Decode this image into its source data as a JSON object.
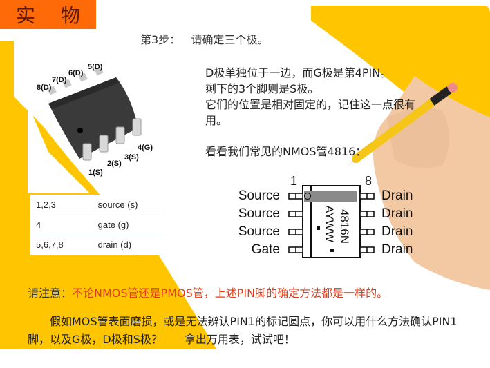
{
  "slide": {
    "title": "实 物",
    "step_label": "第3步：",
    "step_text": "请确定三个极。",
    "accent_color": "#ff6a08",
    "yellow_color": "#ffc600",
    "note_red_color": "#e03b1a"
  },
  "chip_photo": {
    "pins_top": [
      {
        "label": "8(D)"
      },
      {
        "label": "7(D)"
      },
      {
        "label": "6(D)"
      },
      {
        "label": "5(D)"
      }
    ],
    "pins_bottom": [
      {
        "label": "1(S)"
      },
      {
        "label": "2(S)"
      },
      {
        "label": "3(S)"
      },
      {
        "label": "4(G)"
      }
    ]
  },
  "description": {
    "lines": [
      "D极单独位于一边，而G极是第4PIN。",
      "剩下的3个脚则是S极。",
      "它们的位置是相对固定的，记住这一点很有",
      "用。"
    ],
    "example": "看看我们常见的NMOS管4816："
  },
  "pin_table": {
    "rows": [
      {
        "pins": "1,2,3",
        "function": "source (s)"
      },
      {
        "pins": "4",
        "function": "gate (g)"
      },
      {
        "pins": "5,6,7,8",
        "function": "drain (d)"
      }
    ]
  },
  "diagram": {
    "pin1_label": "1",
    "pin8_label": "8",
    "left_labels": [
      "Source",
      "Source",
      "Source",
      "Gate"
    ],
    "right_labels": [
      "Drain",
      "Drain",
      "Drain",
      "Drain"
    ],
    "marking_line1": "4816N",
    "marking_line2": "AYWW"
  },
  "note": {
    "prefix": "请注意：",
    "red_text": "不论NMOS管还是PMOS管，上述PIN脚的确定方法都是一样的。"
  },
  "question": {
    "text": "　　假如MOS管表面磨损，或是无法辨认PIN1的标记圆点，你可以用什么方法确认PIN1脚，以及G极，D极和S极？　　拿出万用表，试试吧！"
  }
}
